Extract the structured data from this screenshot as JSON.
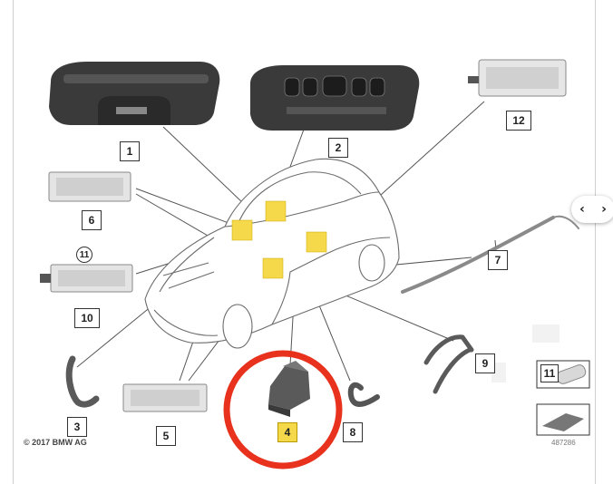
{
  "callouts": {
    "c1": "1",
    "c2": "2",
    "c3": "3",
    "c4": "4",
    "c5": "5",
    "c6": "6",
    "c7": "7",
    "c8": "8",
    "c9": "9",
    "c10": "10",
    "c11a": "11",
    "c11b": "11",
    "c12": "12"
  },
  "footer": {
    "copyright": "© 2017 BMW AG",
    "figure_id": "487286"
  },
  "pager": {
    "prev": "‹",
    "next": "›"
  },
  "colors": {
    "highlight": "#f5d94a",
    "circle": "#e8321e",
    "part_dark": "#3a3a3a",
    "line": "#555555"
  }
}
